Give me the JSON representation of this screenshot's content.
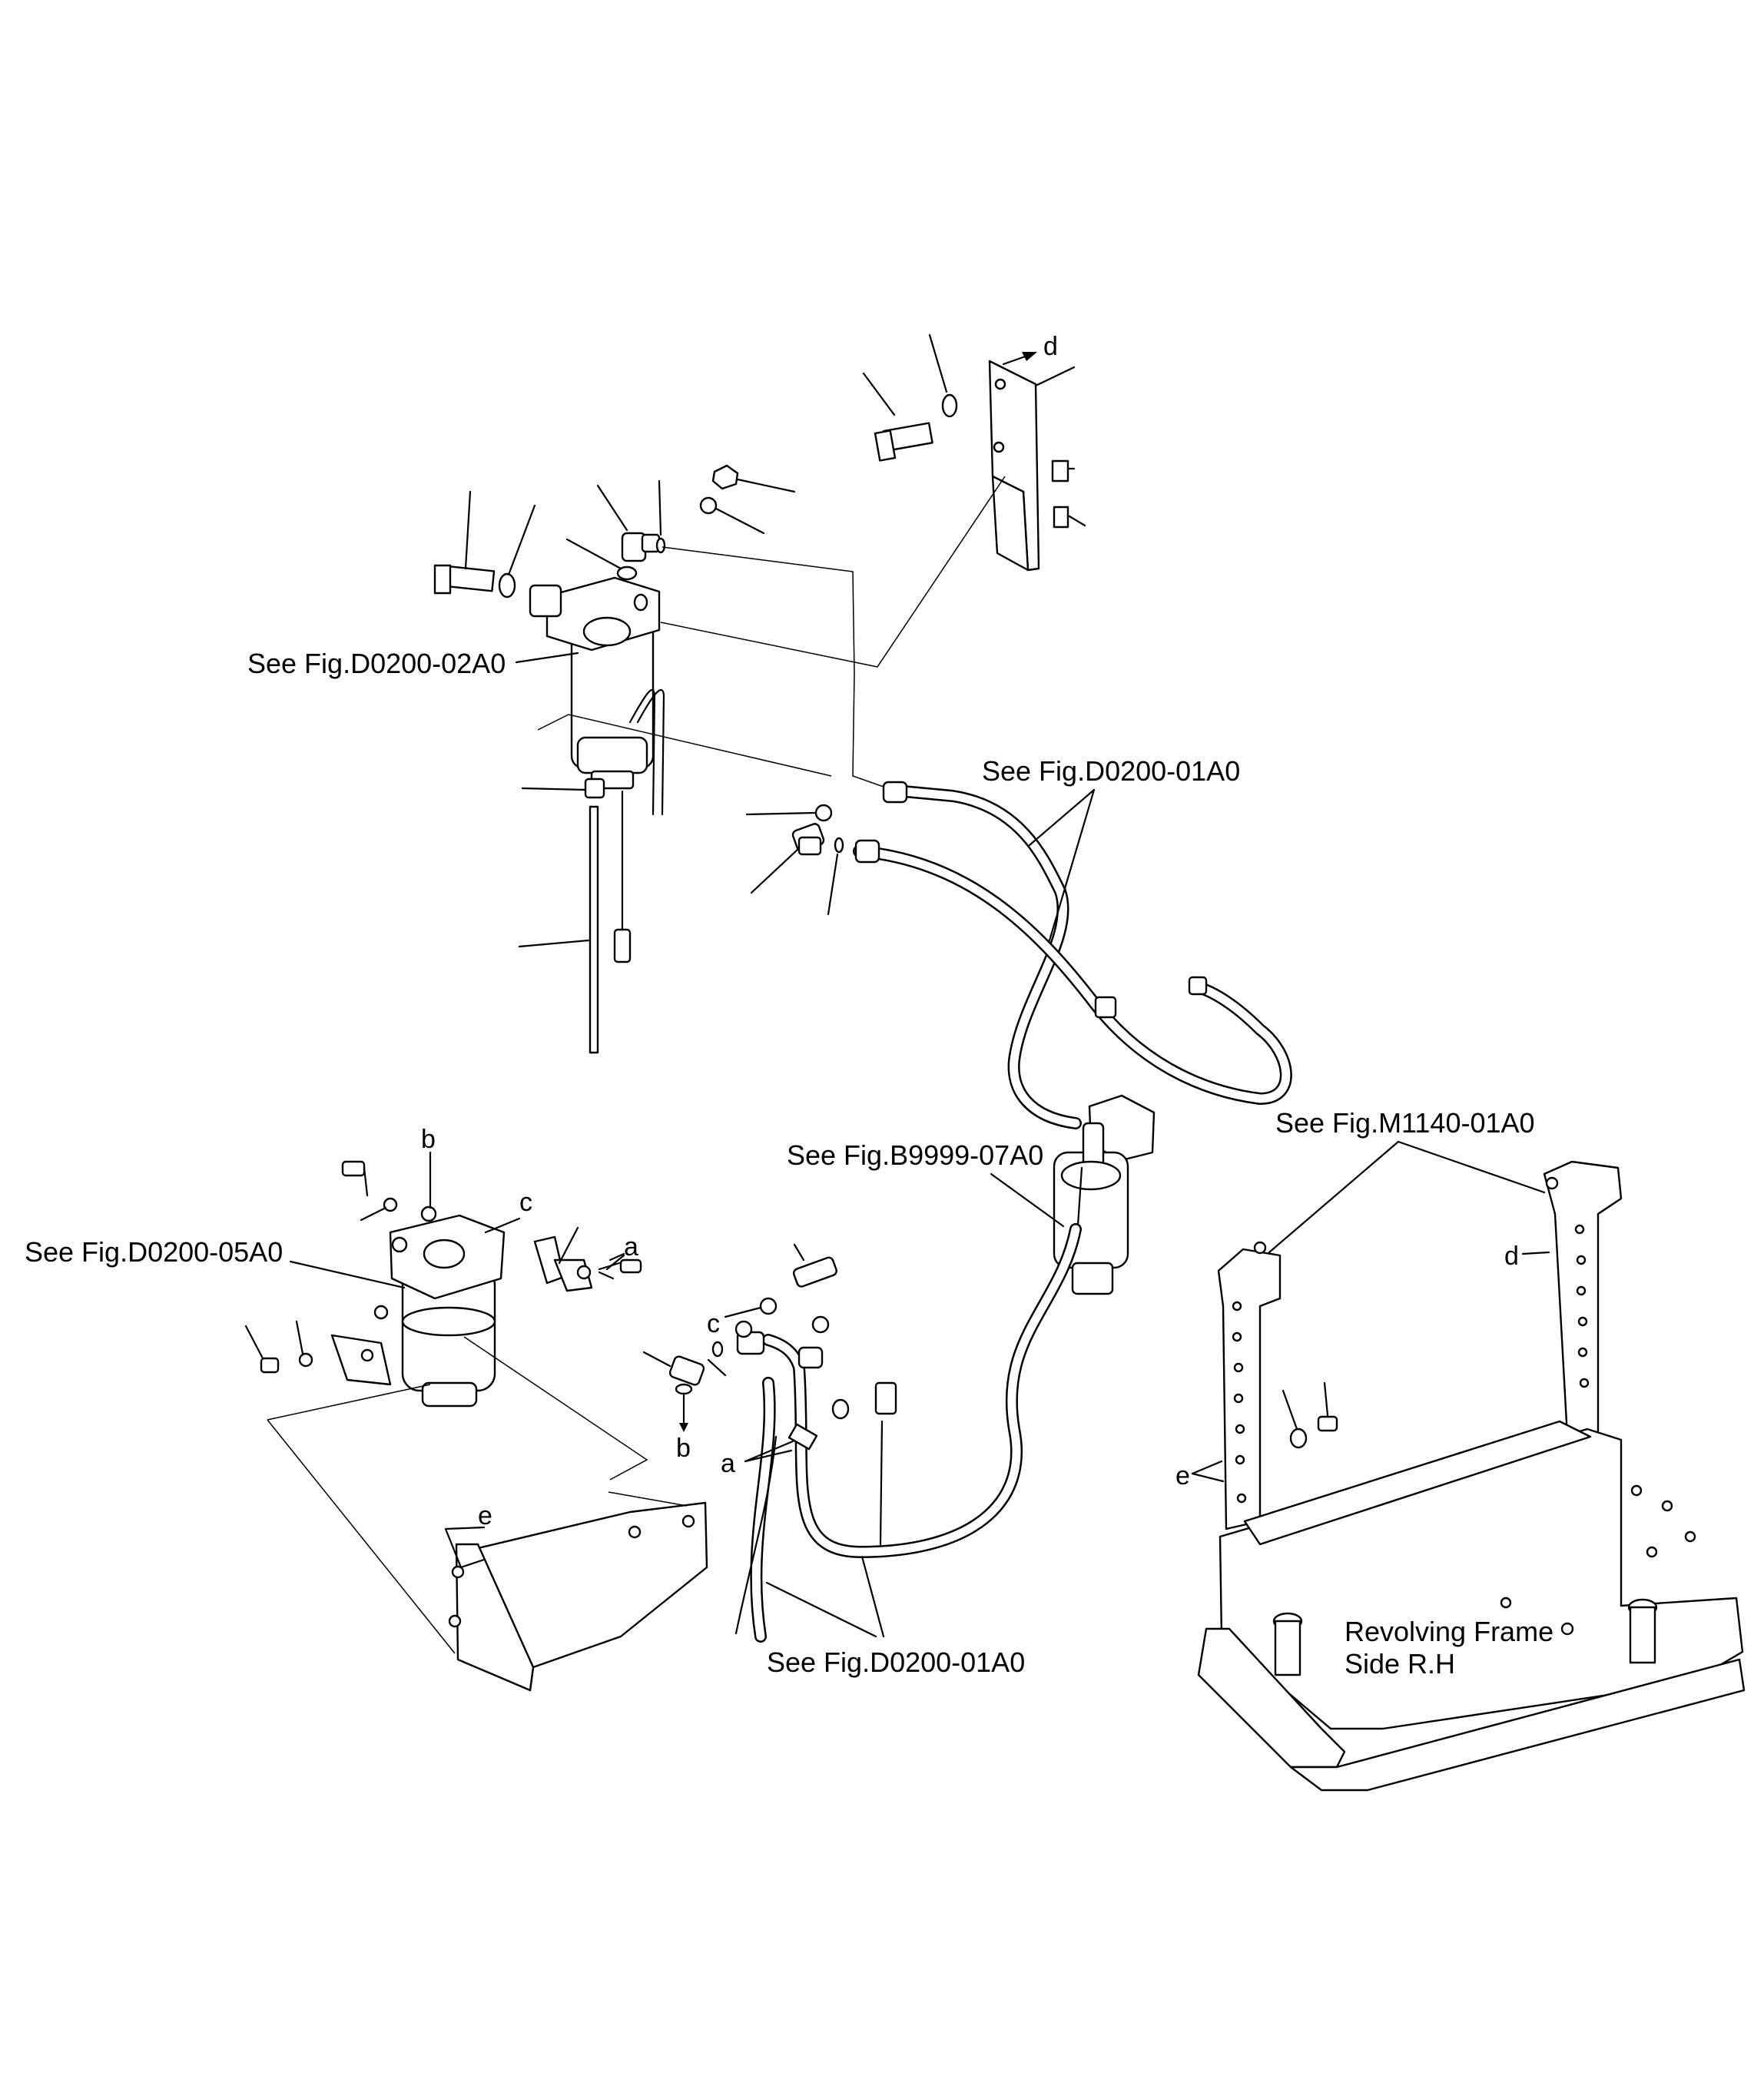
{
  "references": {
    "fig_d0200_02a0": "See Fig.D0200-02A0",
    "fig_d0200_01a0_top": "See Fig.D0200-01A0",
    "fig_b9999_07a0": "See Fig.B9999-07A0",
    "fig_d0200_05a0": "See Fig.D0200-05A0",
    "fig_m1140_01a0": "See Fig.M1140-01A0",
    "fig_d0200_01a0_bottom": "See Fig.D0200-01A0"
  },
  "frame_label": {
    "line1": "Revolving Frame",
    "line2": "Side R.H"
  },
  "connection_letters": {
    "a": "a",
    "b": "b",
    "c": "c",
    "d": "d",
    "e": "e"
  }
}
